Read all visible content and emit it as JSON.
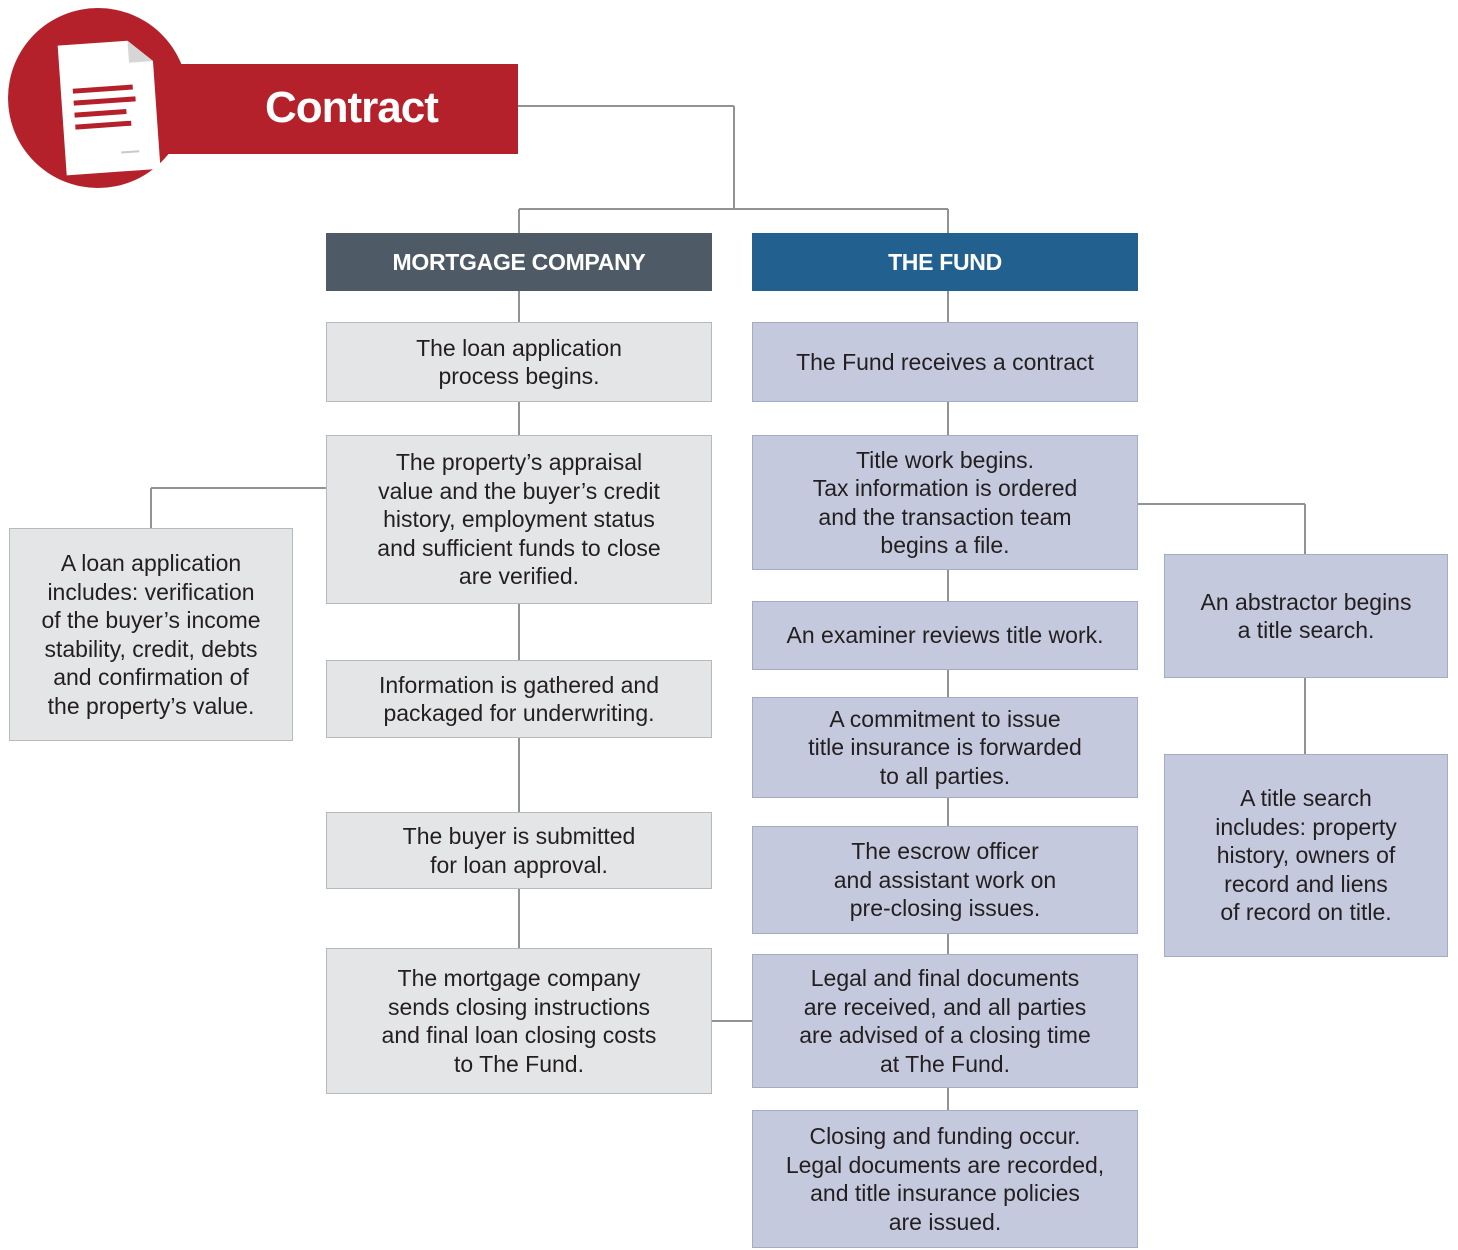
{
  "title": "Contract",
  "colors": {
    "brand_red": "#b4212a",
    "mortgage_header": "#4e5a65",
    "fund_header": "#21608f",
    "mortgage_box": "#e4e5e6",
    "fund_box": "#c4c9dd",
    "connector": "#8f9397"
  },
  "icons": {
    "title": "document-icon"
  },
  "columns": {
    "mortgage": {
      "header": "MORTGAGE COMPANY",
      "steps": [
        "The loan application\nprocess begins.",
        "The property’s appraisal\nvalue and the buyer’s credit\nhistory, employment status\nand sufficient funds to close\nare verified.",
        "Information is gathered and\npackaged for underwriting.",
        "The buyer is submitted\nfor loan approval.",
        "The mortgage company\nsends closing instructions\nand final loan closing costs\nto The Fund."
      ],
      "side_note": "A loan application\nincludes: verification\nof the buyer’s income\nstability, credit, debts\nand confirmation of\nthe property’s value."
    },
    "fund": {
      "header": "THE FUND",
      "steps": [
        "The Fund receives a contract",
        "Title work begins.\nTax information is ordered\nand the transaction team\nbegins a file.",
        "An examiner reviews title work.",
        "A commitment to issue\ntitle insurance is forwarded\nto all parties.",
        "The escrow officer\nand assistant work on\npre-closing issues.",
        "Legal and final documents\nare received, and all parties\nare advised of a closing time\nat The Fund.",
        "Closing and funding occur.\nLegal documents are recorded,\nand title insurance policies\nare issued."
      ],
      "side_notes": [
        "An abstractor begins\na title search.",
        "A title search\nincludes: property\nhistory, owners of\nrecord and liens\nof record on title."
      ]
    }
  }
}
